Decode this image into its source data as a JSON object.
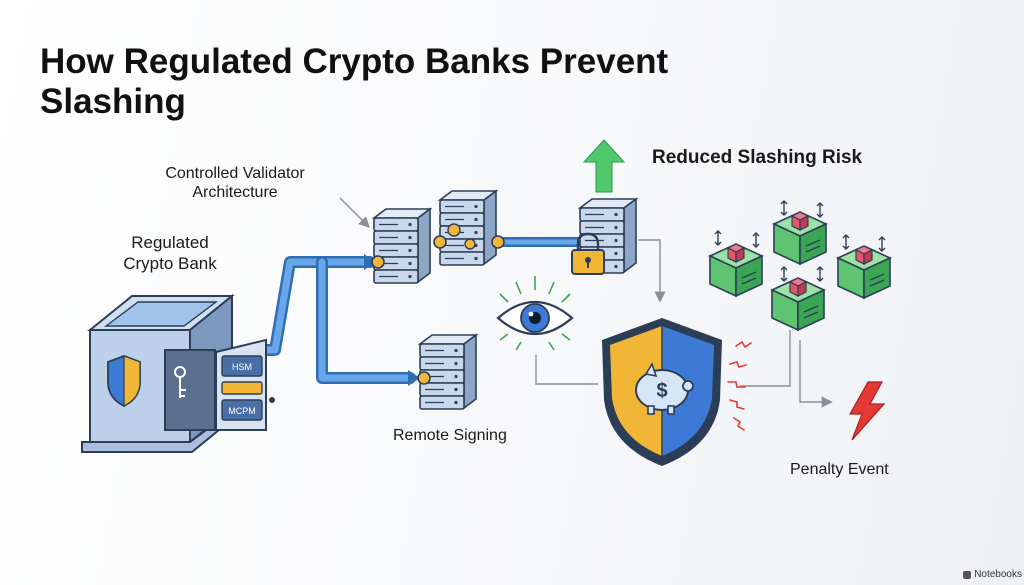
{
  "title": "How Regulated Crypto Banks Prevent Slashing",
  "labels": {
    "controlled_validator": "Controlled Validator\nArchitecture",
    "regulated_bank": "Regulated\nCrypto Bank",
    "remote_signing": "Remote Signing",
    "reduced_risk": "Reduced Slashing Risk",
    "penalty_event": "Penalty Event"
  },
  "vault_panels": [
    "HSM",
    "MCPM"
  ],
  "brand": "Notebooks",
  "colors": {
    "pipe": "#4a8fd9",
    "pipe_dark": "#2f6db5",
    "server": "#c9d7ea",
    "server_dark": "#8ea6c6",
    "cube_green": "#5ec46f",
    "cube_top": "#9be3a4",
    "cube_red": "#e0566b",
    "shield_blue": "#3d7ad6",
    "shield_yellow": "#f2b636",
    "arrow_green": "#4fc96b",
    "bolt_red": "#e53935"
  },
  "icons": [
    "shield-icon",
    "key-icon",
    "eye-icon",
    "padlock-icon",
    "piggy-bank-icon",
    "lightning-icon",
    "arrow-up-icon"
  ]
}
